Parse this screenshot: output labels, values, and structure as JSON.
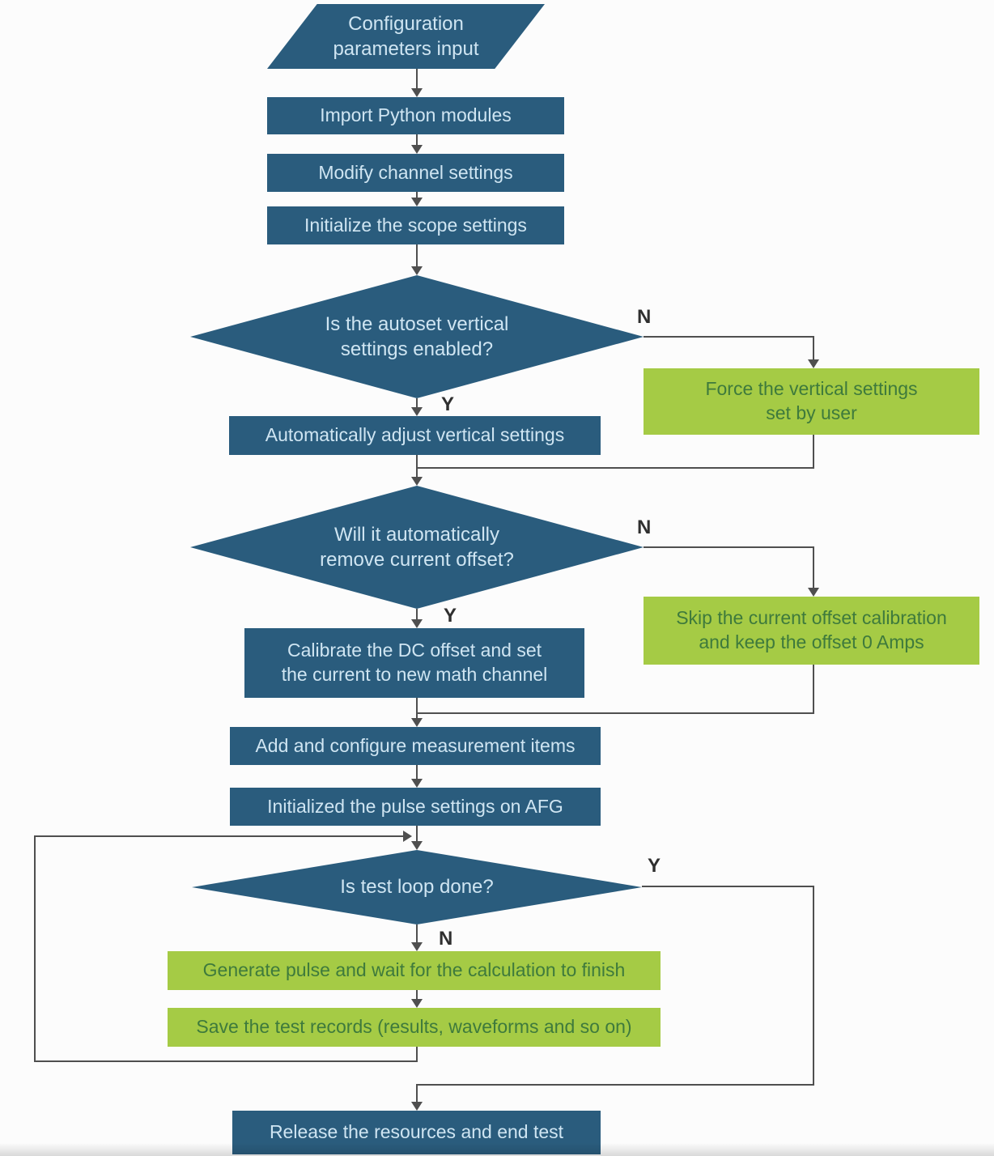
{
  "diagram": {
    "colors": {
      "background": "#fcfcfc",
      "node_blue": "#2a5c7d",
      "node_green": "#a5cb45",
      "blue_text": "#cfe5f2",
      "green_text": "#3e7a3c",
      "connector": "#4f4f4f",
      "label_text": "#2f2f2f"
    },
    "nodes": {
      "config_input": {
        "label": "Configuration\nparameters input",
        "shape": "parallelogram"
      },
      "import_modules": {
        "label": "Import Python modules",
        "shape": "process"
      },
      "modify_channel": {
        "label": "Modify channel settings",
        "shape": "process"
      },
      "init_scope": {
        "label": "Initialize the scope settings",
        "shape": "process"
      },
      "autoset_decision": {
        "label": "Is the autoset vertical\nsettings enabled?",
        "shape": "decision"
      },
      "force_vertical": {
        "label": "Force the vertical settings\nset by user",
        "shape": "process"
      },
      "auto_adjust": {
        "label": "Automatically adjust vertical settings",
        "shape": "process"
      },
      "remove_offset_decision": {
        "label": "Will it automatically\nremove current offset?",
        "shape": "decision"
      },
      "skip_calibration": {
        "label": "Skip the current offset calibration\nand keep the offset 0 Amps",
        "shape": "process"
      },
      "calibrate_offset": {
        "label": "Calibrate the DC offset and set\nthe current to new math channel",
        "shape": "process"
      },
      "add_measurements": {
        "label": "Add and configure measurement items",
        "shape": "process"
      },
      "init_pulse": {
        "label": "Initialized the pulse settings on AFG",
        "shape": "process"
      },
      "test_loop_decision": {
        "label": "Is test loop done?",
        "shape": "decision"
      },
      "generate_pulse": {
        "label": "Generate pulse and wait for the calculation to finish",
        "shape": "process"
      },
      "save_records": {
        "label": "Save the test records (results, waveforms and so on)",
        "shape": "process"
      },
      "release_resources": {
        "label": "Release the resources and end test",
        "shape": "process"
      }
    },
    "branch_labels": {
      "autoset_no": "N",
      "autoset_yes": "Y",
      "offset_no": "N",
      "offset_yes": "Y",
      "loop_yes": "Y",
      "loop_no": "N"
    }
  }
}
